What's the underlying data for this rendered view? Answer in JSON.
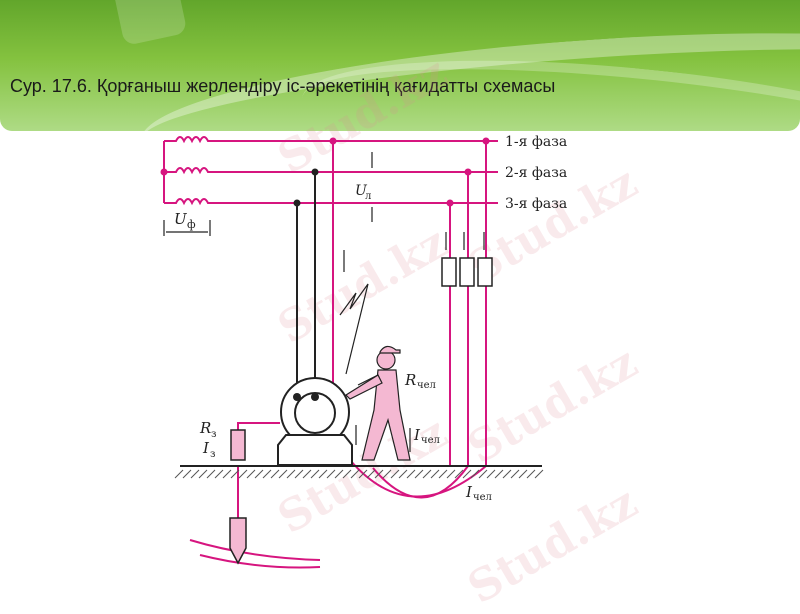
{
  "slide": {
    "title": "Сур. 17.6. Қорғаныш жерлендіру іс-әрекетінің қағидатты схемасы"
  },
  "diagram": {
    "phase_labels": [
      "1-я фаза",
      "2-я фаза",
      "3-я фаза"
    ],
    "u_phase": "U",
    "u_phase_sub": "ф",
    "u_line": "U",
    "u_line_sub": "л",
    "r_human": "R",
    "r_human_sub": "чел",
    "i_human_1": "I",
    "i_human_1_sub": "чел",
    "i_human_2": "I",
    "i_human_2_sub": "чел",
    "r_ground": "R",
    "r_ground_sub": "з",
    "i_ground": "I",
    "i_ground_sub": "з",
    "colors": {
      "wire": "#d6157f",
      "dark": "#222222",
      "fill": "#f4b8d2"
    }
  },
  "watermark": {
    "text": "Stud.kz"
  }
}
